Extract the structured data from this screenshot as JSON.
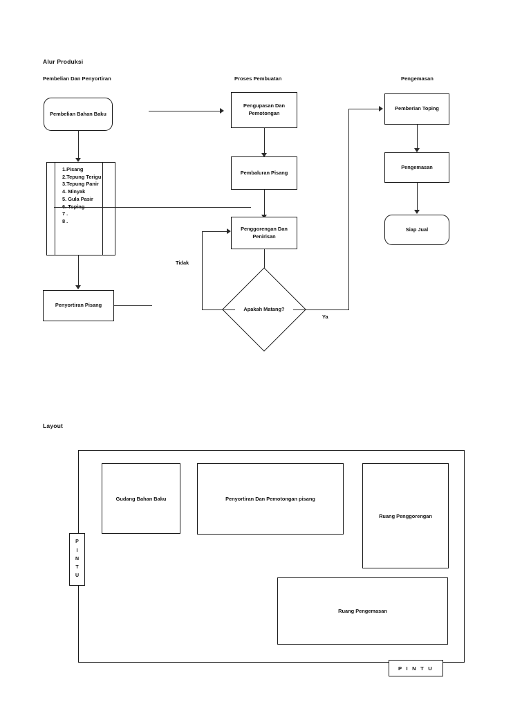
{
  "document": {
    "flow_title": "Alur Produksi",
    "layout_title": "Layout"
  },
  "flow": {
    "columns": [
      {
        "id": "col-pembelian",
        "label": "Pembelian Dan Penyortiran"
      },
      {
        "id": "col-proses",
        "label": "Proses Pembuatan"
      },
      {
        "id": "col-pengemasan",
        "label": "Pengemasan"
      }
    ],
    "nodes": {
      "pembelian_bahan_baku": {
        "shape": "terminator",
        "label": "Pembelian Bahan Baku"
      },
      "bahan_list": {
        "shape": "predefined-process",
        "items": [
          "1.Pisang",
          "2.Tepung Terigu",
          "3.Tepung Panir",
          "4. Minyak",
          "5. Gula Pasir",
          "6. Toping",
          "7 .",
          "8 ."
        ]
      },
      "penyortiran_pisang": {
        "shape": "process",
        "label": "Penyortiran Pisang"
      },
      "pengupasan_pemotongan": {
        "shape": "process",
        "label": "Pengupasan Dan Pemotongan"
      },
      "pembaluran_pisang": {
        "shape": "process",
        "label": "Pembaluran Pisang"
      },
      "penggorengan_penirisan": {
        "shape": "process",
        "label": "Penggorengan Dan Penirisan"
      },
      "apakah_matang": {
        "shape": "decision",
        "label": "Apakah Matang?"
      },
      "pemberian_toping": {
        "shape": "process",
        "label": "Pemberian Toping"
      },
      "pengemasan": {
        "shape": "process",
        "label": "Pengemasan"
      },
      "siap_jual": {
        "shape": "terminator",
        "label": "Siap Jual"
      }
    },
    "edge_labels": {
      "tidak": "Tidak",
      "ya": "Ya"
    }
  },
  "layout": {
    "rooms": [
      {
        "id": "gudang-bahan-baku",
        "label": "Gudang Bahan Baku"
      },
      {
        "id": "penyortiran-pemotongan-pisang",
        "label": "Penyortiran Dan Pemotongan pisang"
      },
      {
        "id": "ruang-penggorengan",
        "label": "Ruang Penggorengan"
      },
      {
        "id": "ruang-pengemasan",
        "label": "Ruang Pengemasan"
      }
    ],
    "doors": {
      "left_letters": [
        "P",
        "I",
        "N",
        "T",
        "U"
      ],
      "bottom_label": "P I N T U"
    }
  },
  "style": {
    "stroke": "#1a1a1a",
    "background": "#ffffff"
  }
}
